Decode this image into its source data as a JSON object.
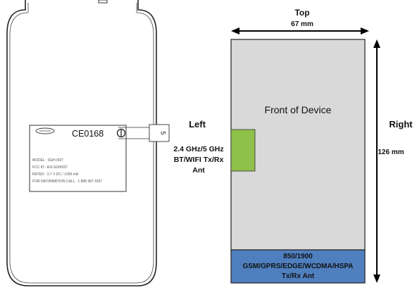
{
  "device_back": {
    "ce_mark": "CE0168",
    "callout_value": "5",
    "label_lines": [
      "MODEL : SGH-I937",
      "FCC ID : A3LSGHI937",
      "RATED : 3.7 V DC / 1000 mA",
      "FOR INFORMATION CALL : 1 888 987 4357"
    ]
  },
  "diagram": {
    "top_label": "Top",
    "width_label": "67 mm",
    "front_label": "Front of Device",
    "left_label": "Left",
    "right_label": "Right",
    "height_label": "126 mm",
    "wifi_antenna": [
      "2.4 GHz/5 GHz",
      "BT/WIFI Tx/Rx",
      "Ant"
    ],
    "cellular_antenna": [
      "850/1900",
      "GSM/GPRS/EDGE/WCDMA/HSPA",
      "Tx/Rx Ant"
    ]
  },
  "colors": {
    "device_face": "#d9d9d9",
    "wifi_antenna": "#8fc04a",
    "cellular_antenna": "#4f7fbf"
  }
}
